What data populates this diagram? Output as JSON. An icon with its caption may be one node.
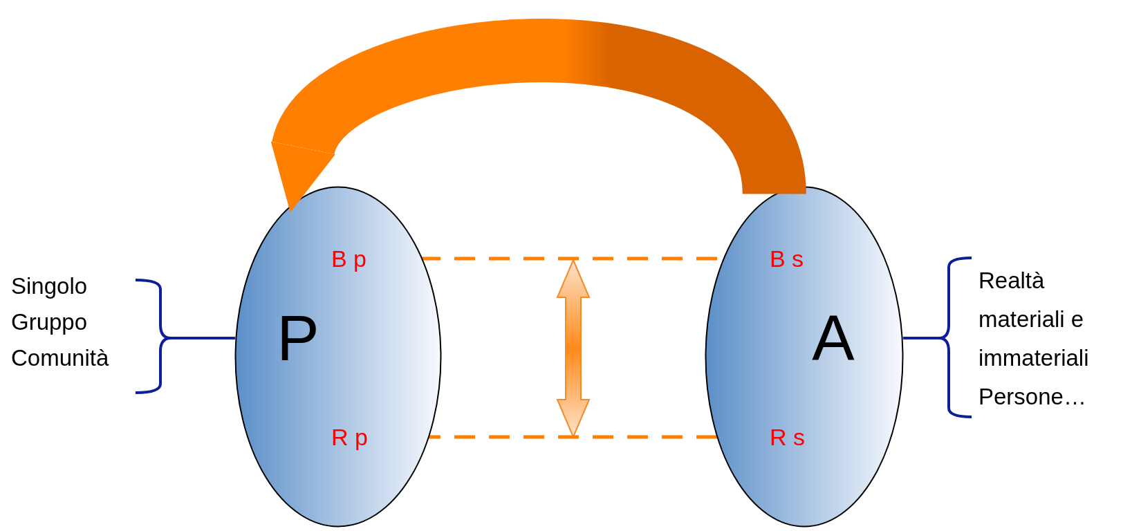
{
  "diagram": {
    "nodes": [
      {
        "text": [
          "Singolo Gruppo Comunità"
        ]
      },
      {
        "text": [
          "P"
        ]
      },
      {
        "text": [
          "B p"
        ],
        "in": 1
      },
      {
        "text": [
          "R p"
        ],
        "in": 1
      },
      {
        "text": [
          "A"
        ]
      },
      {
        "text": [
          "B s"
        ],
        "in": 4
      },
      {
        "text": [
          "R s"
        ],
        "in": 4
      },
      {
        "text": [
          "Realtà materiali e immateriali Persone…"
        ]
      }
    ],
    "edges": [
      {
        "from": 0,
        "to": 1,
        "arrow": "none",
        "color": "#0d1f96"
      },
      {
        "from": 2,
        "to": 5,
        "arrow": "none",
        "style": "dashed",
        "color": "#ff7f00"
      },
      {
        "from": 3,
        "to": 6,
        "arrow": "none",
        "style": "dashed",
        "color": "#ff7f00"
      },
      {
        "from": 4,
        "to": 1,
        "arrow": "to",
        "style": "thick",
        "color": "#ff7f00"
      },
      {
        "from": 7,
        "to": 4,
        "arrow": "none",
        "color": "#0d1f96"
      }
    ]
  }
}
